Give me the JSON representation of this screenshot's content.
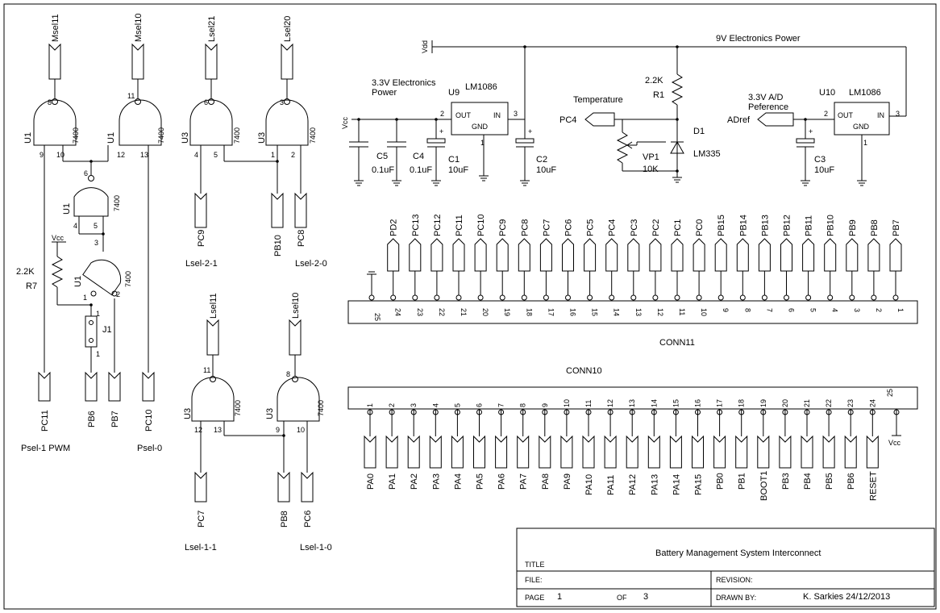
{
  "title_block": {
    "title_label": "TITLE",
    "title": "Battery Management System Interconnect",
    "file_label": "FILE:",
    "revision_label": "REVISION:",
    "page_label": "PAGE",
    "page": "1",
    "of_label": "OF",
    "of": "3",
    "drawn_label": "DRAWN BY:",
    "drawn": "K. Sarkies 24/12/2013"
  },
  "power": {
    "vdd": "Vdd",
    "rail": "9V Electronics Power",
    "vcc": "Vcc",
    "reg1_desc": "3.3V Electronics Power",
    "reg1_ref": "U9",
    "reg1_part": "LM1086",
    "reg2_desc": "3.3V A/D Peference",
    "reg2_ref": "U10",
    "reg2_part": "LM1086",
    "pin_out": "OUT",
    "pin_in": "IN",
    "pin_gnd": "GND",
    "caps": [
      {
        "ref": "C5",
        "val": "0.1uF"
      },
      {
        "ref": "C4",
        "val": "0.1uF"
      },
      {
        "ref": "C1",
        "val": "10uF"
      },
      {
        "ref": "C2",
        "val": "10uF"
      },
      {
        "ref": "C3",
        "val": "10uF"
      }
    ],
    "r1_val": "2.2K",
    "r1_ref": "R1",
    "temp_label": "Temperature",
    "pc4": "PC4",
    "d1": "D1",
    "lm335": "LM335",
    "vp1": "VP1",
    "vp1_val": "10K",
    "adref": "ADref"
  },
  "logic": {
    "chip": "7400",
    "msel11": "Msel11",
    "msel10": "Msel10",
    "lsel21": "Lsel21",
    "lsel20": "Lsel20",
    "lsel11": "Lsel11",
    "lsel10": "Lsel10",
    "u1": "U1",
    "u3": "U3",
    "r7_val": "2.2K",
    "r7_ref": "R7",
    "j1": "J1",
    "psel1": "Psel-1  PWM",
    "psel0": "Psel-0",
    "lsel_2_1": "Lsel-2-1",
    "lsel_2_0": "Lsel-2-0",
    "lsel_1_1": "Lsel-1-1",
    "lsel_1_0": "Lsel-1-0",
    "ports_bottom_left": [
      "PC11",
      "PB6",
      "PB7",
      "PC10"
    ],
    "ports_top_mid": [
      "PC9",
      "PB10",
      "PC8"
    ],
    "ports_bottom_mid": [
      "PC7",
      "PB8",
      "PC6"
    ]
  },
  "conn11": {
    "ref": "CONN11",
    "labels": [
      "PB7",
      "PB8",
      "PB9",
      "PB10",
      "PB11",
      "PB12",
      "PB13",
      "PB14",
      "PB15",
      "PC0",
      "PC1",
      "PC2",
      "PC3",
      "PC4",
      "PC5",
      "PC6",
      "PC7",
      "PC8",
      "PC9",
      "PC10",
      "PC11",
      "PC12",
      "PC13",
      "PD2"
    ]
  },
  "conn10": {
    "ref": "CONN10",
    "labels": [
      "PA0",
      "PA1",
      "PA2",
      "PA3",
      "PA4",
      "PA5",
      "PA6",
      "PA7",
      "PA8",
      "PA9",
      "PA10",
      "PA11",
      "PA12",
      "PA13",
      "PA14",
      "PA15",
      "PB0",
      "PB1",
      "BOOT1",
      "PB3",
      "PB4",
      "PB5",
      "PB6",
      "RESET"
    ],
    "vcc": "Vcc"
  }
}
